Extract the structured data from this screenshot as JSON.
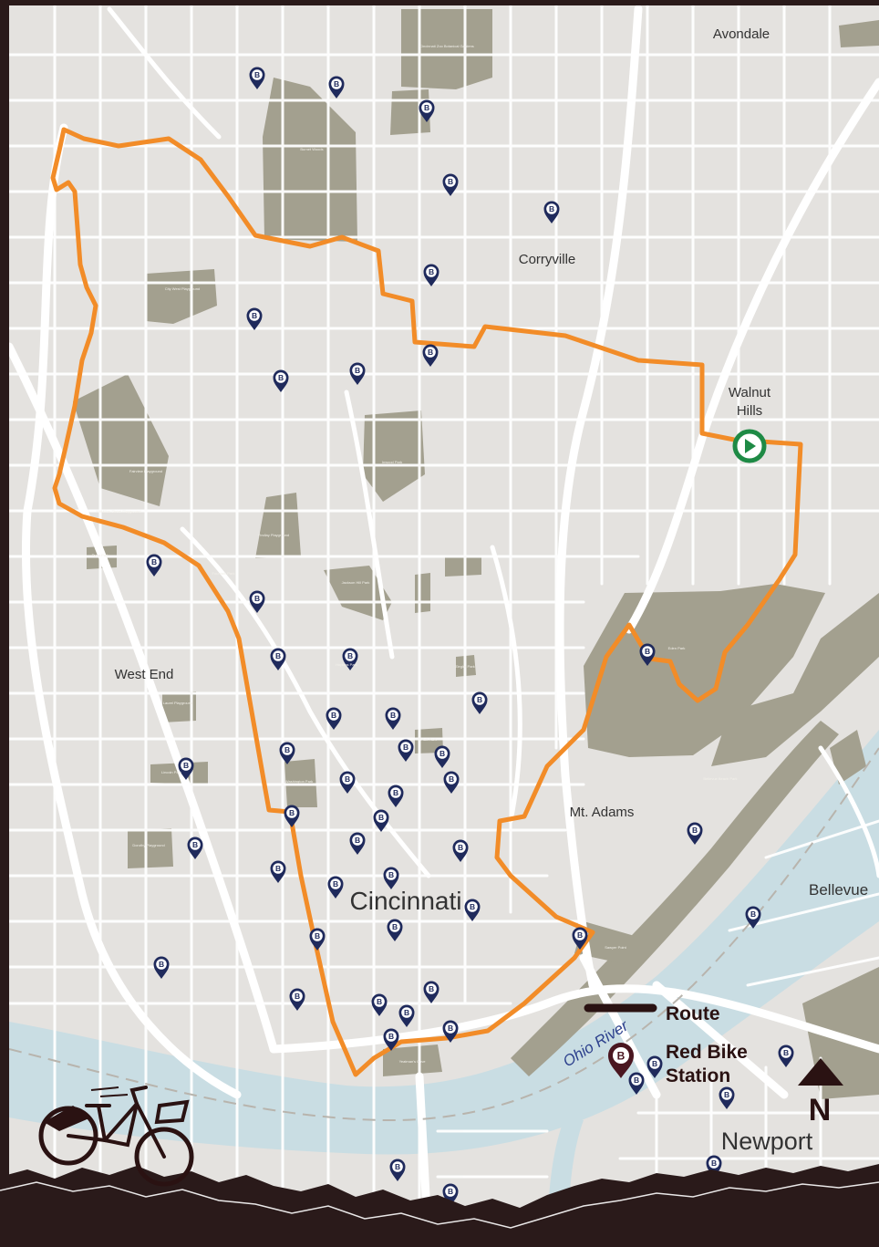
{
  "map": {
    "colors": {
      "background": "#2a1a1a",
      "land": "#e4e2df",
      "road": "#ffffff",
      "park": "#a3a08f",
      "water": "#c9dde3",
      "route": "#f28c28",
      "station_pin": "#1f2a5c",
      "start_marker": "#1e8a45",
      "legend_pin": "#4a1620"
    },
    "neighborhoods": {
      "avondale": "Avondale",
      "corryville": "Corryville",
      "walnut_hills_1": "Walnut",
      "walnut_hills_2": "Hills",
      "west_end": "West End",
      "mt_adams": "Mt. Adams",
      "cincinnati": "Cincinnati",
      "bellevue": "Bellevue",
      "newport": "Newport"
    },
    "park_labels": {
      "zoo": "Cincinnati Zoo Botanical Gardens",
      "burnet": "Burnet Woods",
      "eden": "Eden Park",
      "city_west": "City West Playground",
      "inwood": "Inwood Park",
      "findlay": "Findlay Playground",
      "ryan": "Ryan Park",
      "laurel": "Laurel Playground",
      "lincoln": "Lincoln Park",
      "ziegler": "Ziegler Park",
      "sawyer": "Sawyer Point",
      "dorothy": "Dorothy Playground",
      "washington": "Washington Park",
      "piatt": "Piatt Park",
      "fairview": "Fairview Playground",
      "jackson": "Jackson Hill Park",
      "bellevue_beach": "Bellevue Beach Park",
      "yeatman": "Yeatman's Cove",
      "mcmillan": "McMillan Street Playground",
      "fountain": "Fountain Park",
      "hopkins": "Hopkins Park"
    },
    "river_label": "Ohio River",
    "station_pin_letter": "B",
    "compass_letter": "N",
    "legend": {
      "route_label": "Route",
      "station_label_1": "Red Bike",
      "station_label_2": "Station"
    },
    "start_marker_icon": "play-circle-icon",
    "bike_icon": "bicycle-icon"
  }
}
